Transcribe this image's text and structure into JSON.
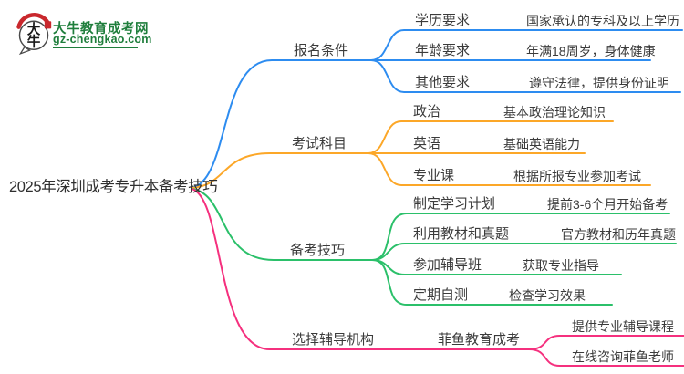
{
  "site": {
    "logo_chars": [
      "大",
      "牛"
    ],
    "title": "大牛教育成考网",
    "domain": "gz-chengkao.com",
    "brand_green": "#1F7E3C",
    "seal_red": "#C9282D"
  },
  "mindmap": {
    "root": {
      "label": "2025年深圳成考专升本备考技巧"
    },
    "branches": [
      {
        "label": "报名条件",
        "color": "#2D8CF0",
        "children": [
          {
            "label": "学历要求",
            "detail": "国家承认的专科及以上学历"
          },
          {
            "label": "年龄要求",
            "detail": "年满18周岁，身体健康"
          },
          {
            "label": "其他要求",
            "detail": "遵守法律，提供身份证明"
          }
        ]
      },
      {
        "label": "考试科目",
        "color": "#FCA728",
        "children": [
          {
            "label": "政治",
            "detail": "基本政治理论知识"
          },
          {
            "label": "英语",
            "detail": "基础英语能力"
          },
          {
            "label": "专业课",
            "detail": "根据所报专业参加考试"
          }
        ]
      },
      {
        "label": "备考技巧",
        "color": "#2BC06A",
        "children": [
          {
            "label": "制定学习计划",
            "detail": "提前3-6个月开始备考"
          },
          {
            "label": "利用教材和真题",
            "detail": "官方教材和历年真题"
          },
          {
            "label": "参加辅导班",
            "detail": "获取专业指导"
          },
          {
            "label": "定期自测",
            "detail": "检查学习效果"
          }
        ]
      },
      {
        "label": "选择辅导机构",
        "color": "#F5307E",
        "children": [
          {
            "label": "菲鱼教育成考",
            "details": [
              "提供专业辅导课程",
              "在线咨询菲鱼老师"
            ]
          }
        ]
      }
    ]
  }
}
